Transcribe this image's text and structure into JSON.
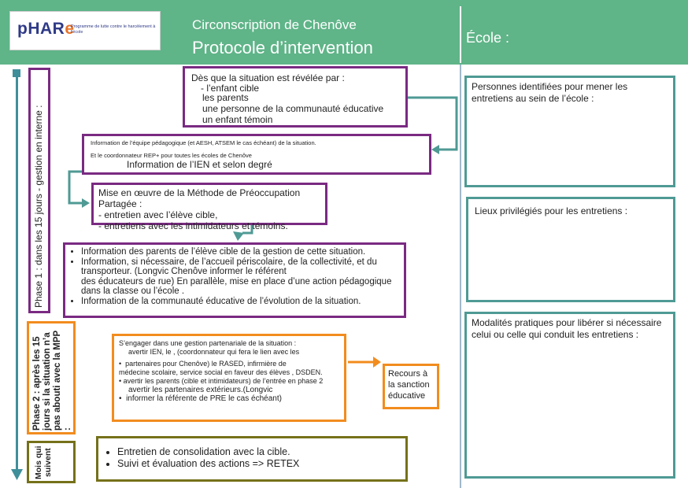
{
  "header": {
    "logo_text": "pHARe",
    "logo_subtitle": "Programme de lutte contre le harcèlement à l'école",
    "title_line1": "Circonscription de Chenôve",
    "title_line2": "Protocole d’intervention",
    "ecole_label": "École :"
  },
  "phase1": {
    "label": "Phase 1 : dans les 15 jours - gestion en interne :",
    "revelation": {
      "intro": "Dès que la situation est révélée par :",
      "items": [
        "-  l’enfant cible",
        "les parents",
        "une personne de la communauté éducative",
        "un enfant témoin"
      ]
    },
    "information": {
      "line1": "Information de l’équipe pédagogique (et AESH, ATSEM le cas échéant) de la situation.",
      "line2": "Et le coordonnateur REP+ pour toutes les écoles de Chenôve",
      "line3": "Information de l’IEN et selon degré"
    },
    "mpp": {
      "line1": "Mise en œuvre de la Méthode de Préoccupation Partagée :",
      "line2": "- entretien avec l’élève cible,",
      "line3": "- entretiens avec les intimidateurs et témoins."
    },
    "actions": {
      "b1": "Information des parents de l’élève cible de la gestion de cette situation.",
      "b2a": "Information, si nécessaire, de l’accueil périscolaire, de la collectivité, et du transporteur. (Longvic Chenôve informer le référent",
      "b2b": "des éducateurs de rue)   En parallèle, mise en place d’une action pédagogique dans la classe ou l’école .",
      "b3": "Information de la communauté éducative de l’évolution de la situation."
    }
  },
  "phase2": {
    "label": "Phase 2 : après les 15 jours si la situation n’a pas abouti avec la MPP :",
    "partner": {
      "line1": "S’engager dans une gestion partenariale de la situation :",
      "line2": "avertir IEN, le , (coordonnateur qui fera le lien avec les",
      "line3": "partenaires pour Chenôve) le RASED, infirmière de",
      "line4": "médecine scolaire, service social en faveur des élèves , DSDEN.",
      "line5": "• avertir les parents (cible et intimidateurs) de l’entrée en phase 2",
      "line6": "avertir les partenaires extérieurs.(Longvic",
      "line7": "informer la référente de PRE le cas échéant)"
    },
    "recours": "Recours à la sanction éducative"
  },
  "suivi": {
    "label": "Mois qui suivent",
    "items": [
      "Entretien de consolidation avec la cible.",
      "Suivi et évaluation des actions  => RETEX"
    ]
  },
  "ecole_boxes": {
    "personnes": "Personnes identifiées pour mener les entretiens au sein de l’école :",
    "lieux": "Lieux privilégiés pour les entretiens :",
    "modalites": "Modalités pratiques pour libérer si nécessaire celui ou celle qui conduit les entretiens :"
  },
  "colors": {
    "header": "#5fb488",
    "purple": "#7a2a82",
    "orange": "#f28c1e",
    "teal": "#4f9a94",
    "olive": "#75711a",
    "timeline": "#3f8f9a"
  }
}
